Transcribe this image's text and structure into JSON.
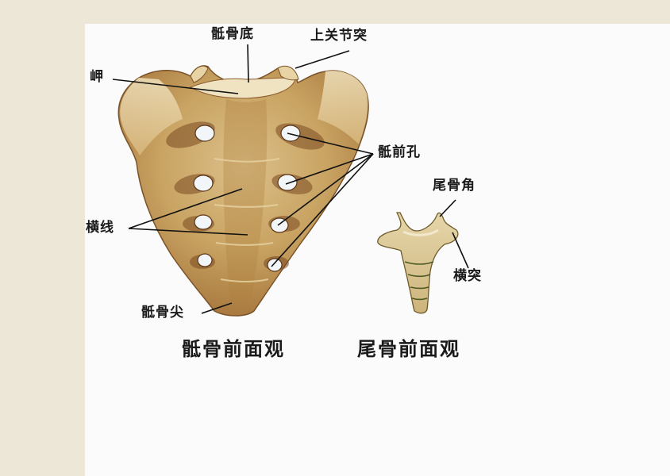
{
  "colors": {
    "page_background": "#ece7d6",
    "panel_background": "#fbfbfb",
    "bone_light": "#ead9ad",
    "bone_mid": "#c9a463",
    "bone_dark": "#8a5a2b",
    "foramen": "#f2f6f8",
    "label_text": "#1a1a1a"
  },
  "sacrum": {
    "labels": {
      "base": "骶骨底",
      "superior_articular_process": "上关节突",
      "promontory": "岬",
      "anterior_sacral_foramina": "骶前孔",
      "transverse_lines": "横线",
      "apex": "骶骨尖"
    },
    "caption": "骶骨前面观"
  },
  "coccyx": {
    "labels": {
      "coccygeal_cornu": "尾骨角",
      "transverse_process": "横突"
    },
    "caption": "尾骨前面观"
  }
}
